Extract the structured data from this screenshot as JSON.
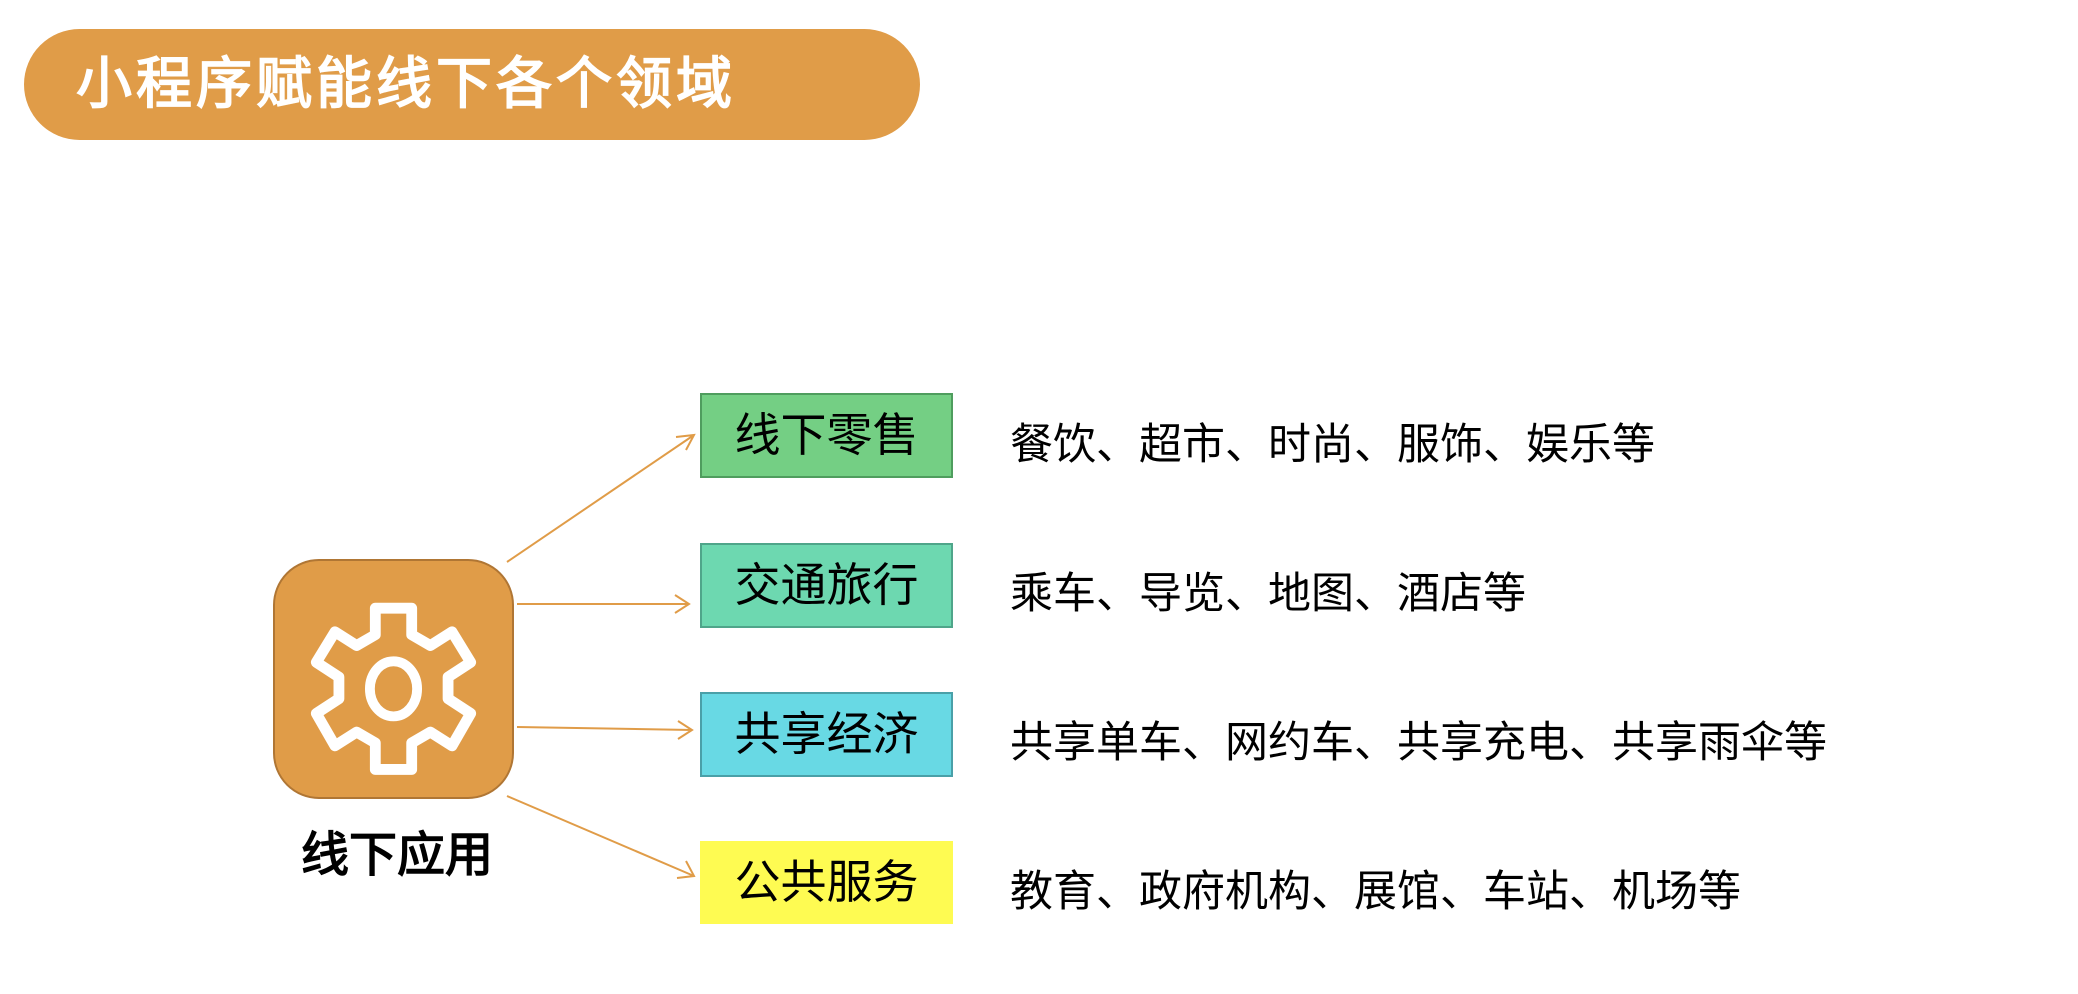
{
  "title": "小程序赋能线下各个领域",
  "hub": {
    "label": "线下应用",
    "icon": "gear-icon",
    "color": "#e09c48"
  },
  "branches": [
    {
      "label": "线下零售",
      "color": "#74cf84",
      "description": "餐饮、超市、时尚、服饰、娱乐等"
    },
    {
      "label": "交通旅行",
      "color": "#6dd8b0",
      "description": "乘车、导览、地图、酒店等"
    },
    {
      "label": "共享经济",
      "color": "#68d9e4",
      "description": "共享单车、网约车、共享充电、共享雨伞等"
    },
    {
      "label": "公共服务",
      "color": "#fefb52",
      "description": "教育、政府机构、展馆、车站、机场等"
    }
  ]
}
